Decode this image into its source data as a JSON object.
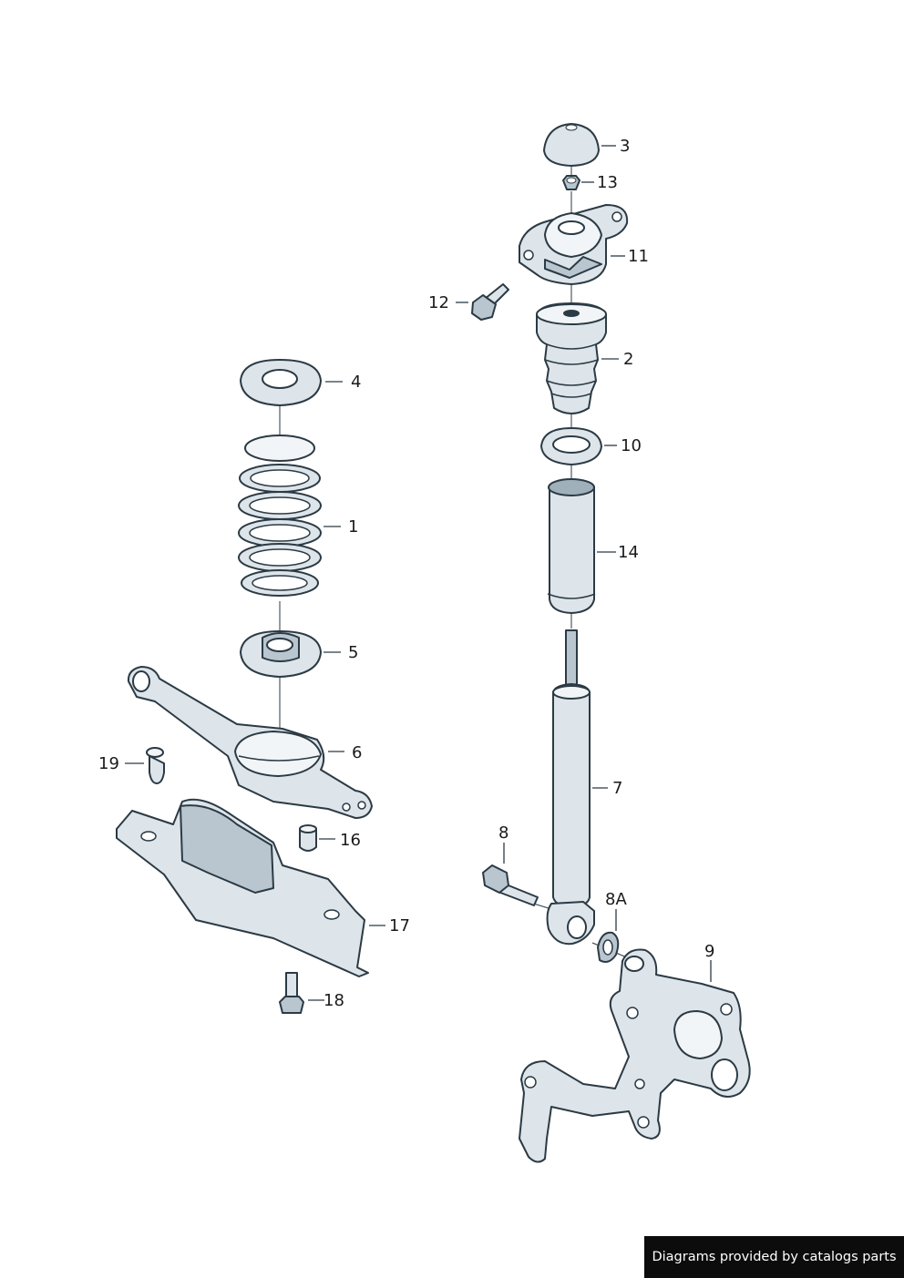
{
  "callouts": {
    "c1": "1",
    "c2": "2",
    "c3": "3",
    "c4": "4",
    "c5": "5",
    "c6": "6",
    "c7": "7",
    "c8": "8",
    "c8a": "8A",
    "c9": "9",
    "c10": "10",
    "c11": "11",
    "c12": "12",
    "c13": "13",
    "c14": "14",
    "c16": "16",
    "c17": "17",
    "c18": "18",
    "c19": "19"
  },
  "footer": {
    "text": "Diagrams provided by catalogs parts"
  }
}
